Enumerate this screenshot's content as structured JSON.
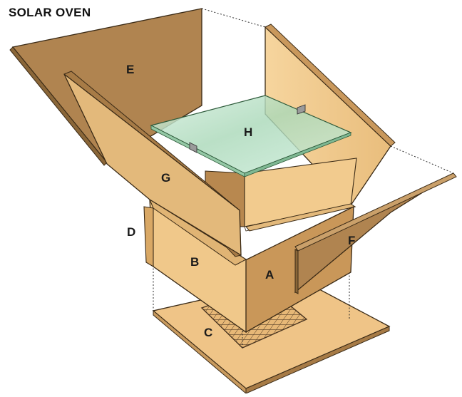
{
  "title": "SOLAR OVEN",
  "part_labels": {
    "a": "A",
    "b": "B",
    "c": "C",
    "d": "D",
    "e": "E",
    "f": "F",
    "g": "G",
    "h": "H"
  },
  "colors": {
    "wood_light": "#f4cf92",
    "wood_mid": "#e3b97b",
    "wood_dark": "#b08450",
    "wood_edge": "#8a6638",
    "outline": "#3a2a16",
    "glass": "#b9e3c4",
    "grid": "#4a3520"
  }
}
